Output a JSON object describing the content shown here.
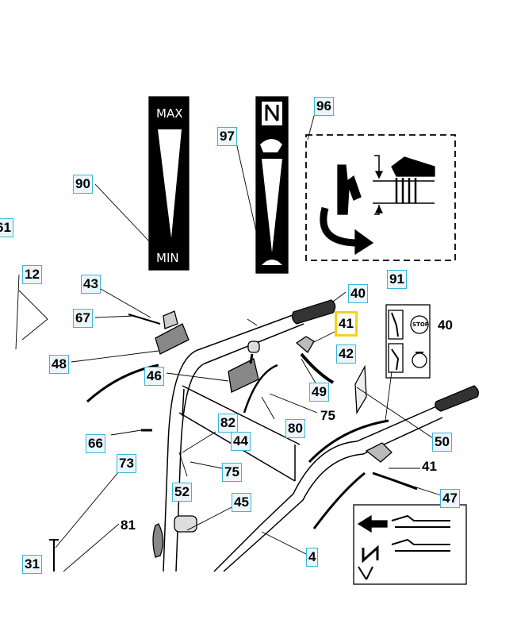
{
  "labels": {
    "l90": "90",
    "l97": "97",
    "l96": "96",
    "l61": "61",
    "l12": "12",
    "l43": "43",
    "l67": "67",
    "l48": "48",
    "l40a": "40",
    "l41a": "41",
    "l91": "91",
    "l40b": "40",
    "l42": "42",
    "l46": "46",
    "l49": "49",
    "l75a": "75",
    "l82": "82",
    "l80": "80",
    "l44": "44",
    "l50": "50",
    "l66": "66",
    "l73": "73",
    "l75b": "75",
    "l41b": "41",
    "l52": "52",
    "l45": "45",
    "l47": "47",
    "l81": "81",
    "l4": "4",
    "l31": "31"
  },
  "stickers": {
    "throttle_max": "MAX",
    "throttle_min": "MIN",
    "stop_sign": "STOP"
  },
  "colors": {
    "label_border": "#3ab6d8",
    "label_fill": "#eaf6fb",
    "highlight": "#f2d21b"
  }
}
